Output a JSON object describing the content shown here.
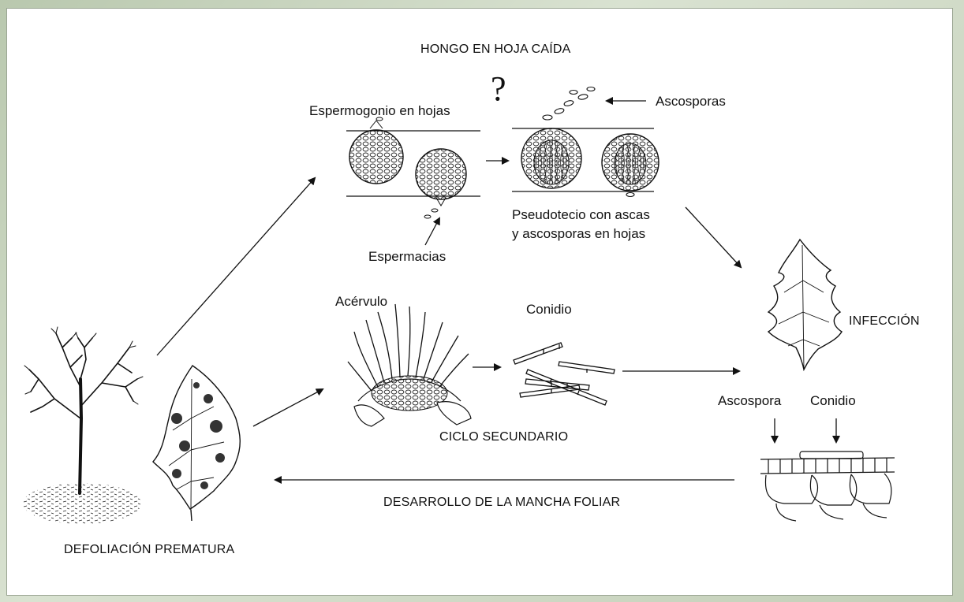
{
  "labels": {
    "hongo": "HONGO EN HOJA CAÍDA",
    "question": "?",
    "ascosporas": "Ascosporas",
    "espermogonio": "Espermogonio en hojas",
    "espermacias": "Espermacias",
    "pseudotecio_1": "Pseudotecio con ascas",
    "pseudotecio_2": "y ascosporas en hojas",
    "infeccion": "INFECCIÓN",
    "acervulo": "Acérvulo",
    "conidio_top": "Conidio",
    "ciclo": "CICLO SECUNDARIO",
    "ascospora": "Ascospora",
    "conidio_right": "Conidio",
    "desarrollo": "DESARROLLO DE LA MANCHA FOLIAR",
    "defoliacion": "DEFOLIACIÓN PREMATURA"
  },
  "colors": {
    "ink": "#111111",
    "background": "#ffffff",
    "frame": "#c3cfb8"
  },
  "icons": [
    "defoliated-tree-icon",
    "spotted-leaf-icon",
    "spermogonium-icon",
    "pseudothecium-icon",
    "acervulus-icon",
    "conidia-icon",
    "healthy-leaf-icon",
    "leaf-tissue-section-icon"
  ]
}
